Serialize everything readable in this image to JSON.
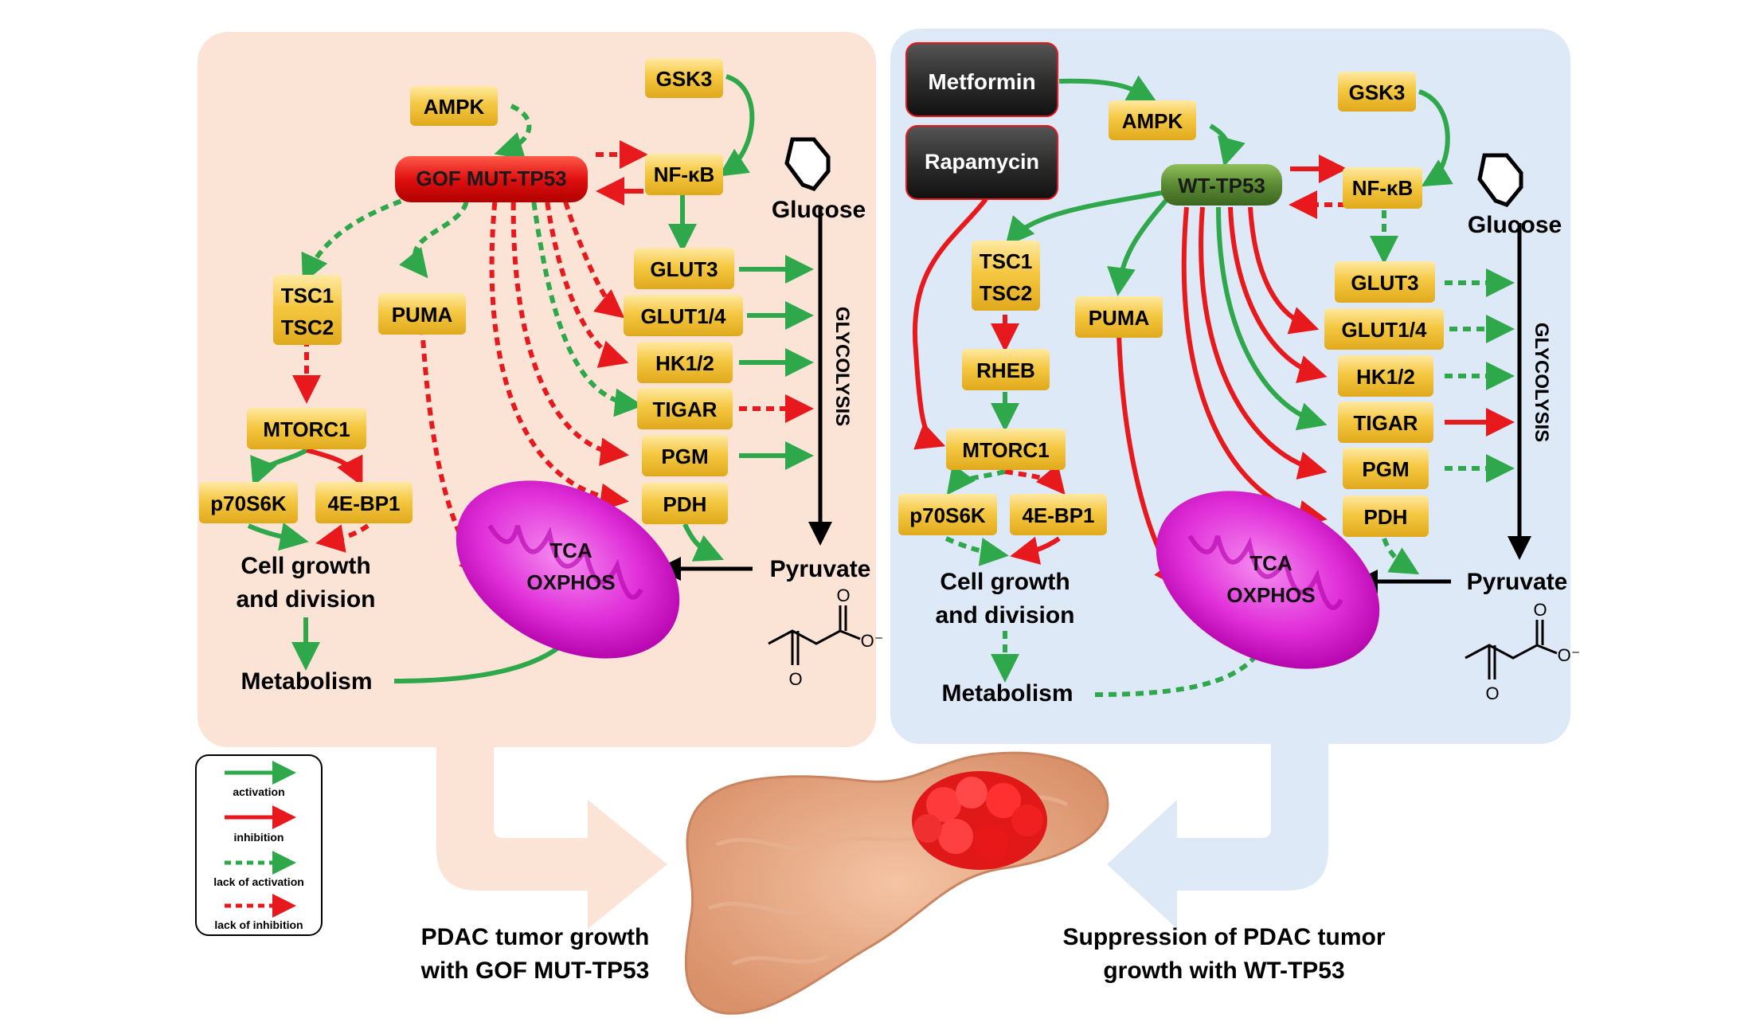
{
  "left_panel": {
    "ampk": "AMPK",
    "gsk3": "GSK3",
    "mut_tp53": "GOF MUT-TP53",
    "nfkb": "NF-κB",
    "glucose": "Glucose",
    "tsc1": "TSC1",
    "tsc2": "TSC2",
    "puma": "PUMA",
    "glut3": "GLUT3",
    "glut14": "GLUT1/4",
    "hk12": "HK1/2",
    "tigar": "TIGAR",
    "pgm": "PGM",
    "pdh": "PDH",
    "glycolysis": "GLYCOLYSIS",
    "mtorc1": "MTORC1",
    "p70s6k": "p70S6K",
    "ebp1": "4E-BP1",
    "cell_growth_1": "Cell growth",
    "cell_growth_2": "and division",
    "metabolism": "Metabolism",
    "tca": "TCA",
    "oxphos": "OXPHOS",
    "pyruvate": "Pyruvate"
  },
  "right_panel": {
    "metformin": "Metformin",
    "rapamycin": "Rapamycin",
    "ampk": "AMPK",
    "gsk3": "GSK3",
    "wt_tp53": "WT-TP53",
    "nfkb": "NF-κB",
    "glucose": "Glucose",
    "tsc1": "TSC1",
    "tsc2": "TSC2",
    "rheb": "RHEB",
    "puma": "PUMA",
    "glut3": "GLUT3",
    "glut14": "GLUT1/4",
    "hk12": "HK1/2",
    "tigar": "TIGAR",
    "pgm": "PGM",
    "pdh": "PDH",
    "glycolysis": "GLYCOLYSIS",
    "mtorc1": "MTORC1",
    "p70s6k": "p70S6K",
    "ebp1": "4E-BP1",
    "cell_growth_1": "Cell growth",
    "cell_growth_2": "and division",
    "metabolism": "Metabolism",
    "tca": "TCA",
    "oxphos": "OXPHOS",
    "pyruvate": "Pyruvate"
  },
  "legend": {
    "activation": "activation",
    "inhibition": "inhibition",
    "lack_activation": "lack of activation",
    "lack_inhibition": "lack of inhibition"
  },
  "captions": {
    "left_1": "PDAC  tumor growth",
    "left_2": "with GOF MUT-TP53",
    "right_1": "Suppression of PDAC  tumor",
    "right_2": "growth with WT-TP53"
  },
  "pyruvate_structure": {
    "o_top": "O",
    "o_bottom": "O",
    "o_minus": "O⁻"
  },
  "colors": {
    "activation": "#2ea84a",
    "inhibition": "#e8191d",
    "left_panel_bg": "#fbe4d6",
    "right_panel_bg": "#dde9f6",
    "node_gold": "#f3c441",
    "mut_red": "#e01010",
    "wt_green": "#5a8a32",
    "drug_dark": "#333333",
    "mito_magenta": "#d81ed0"
  }
}
